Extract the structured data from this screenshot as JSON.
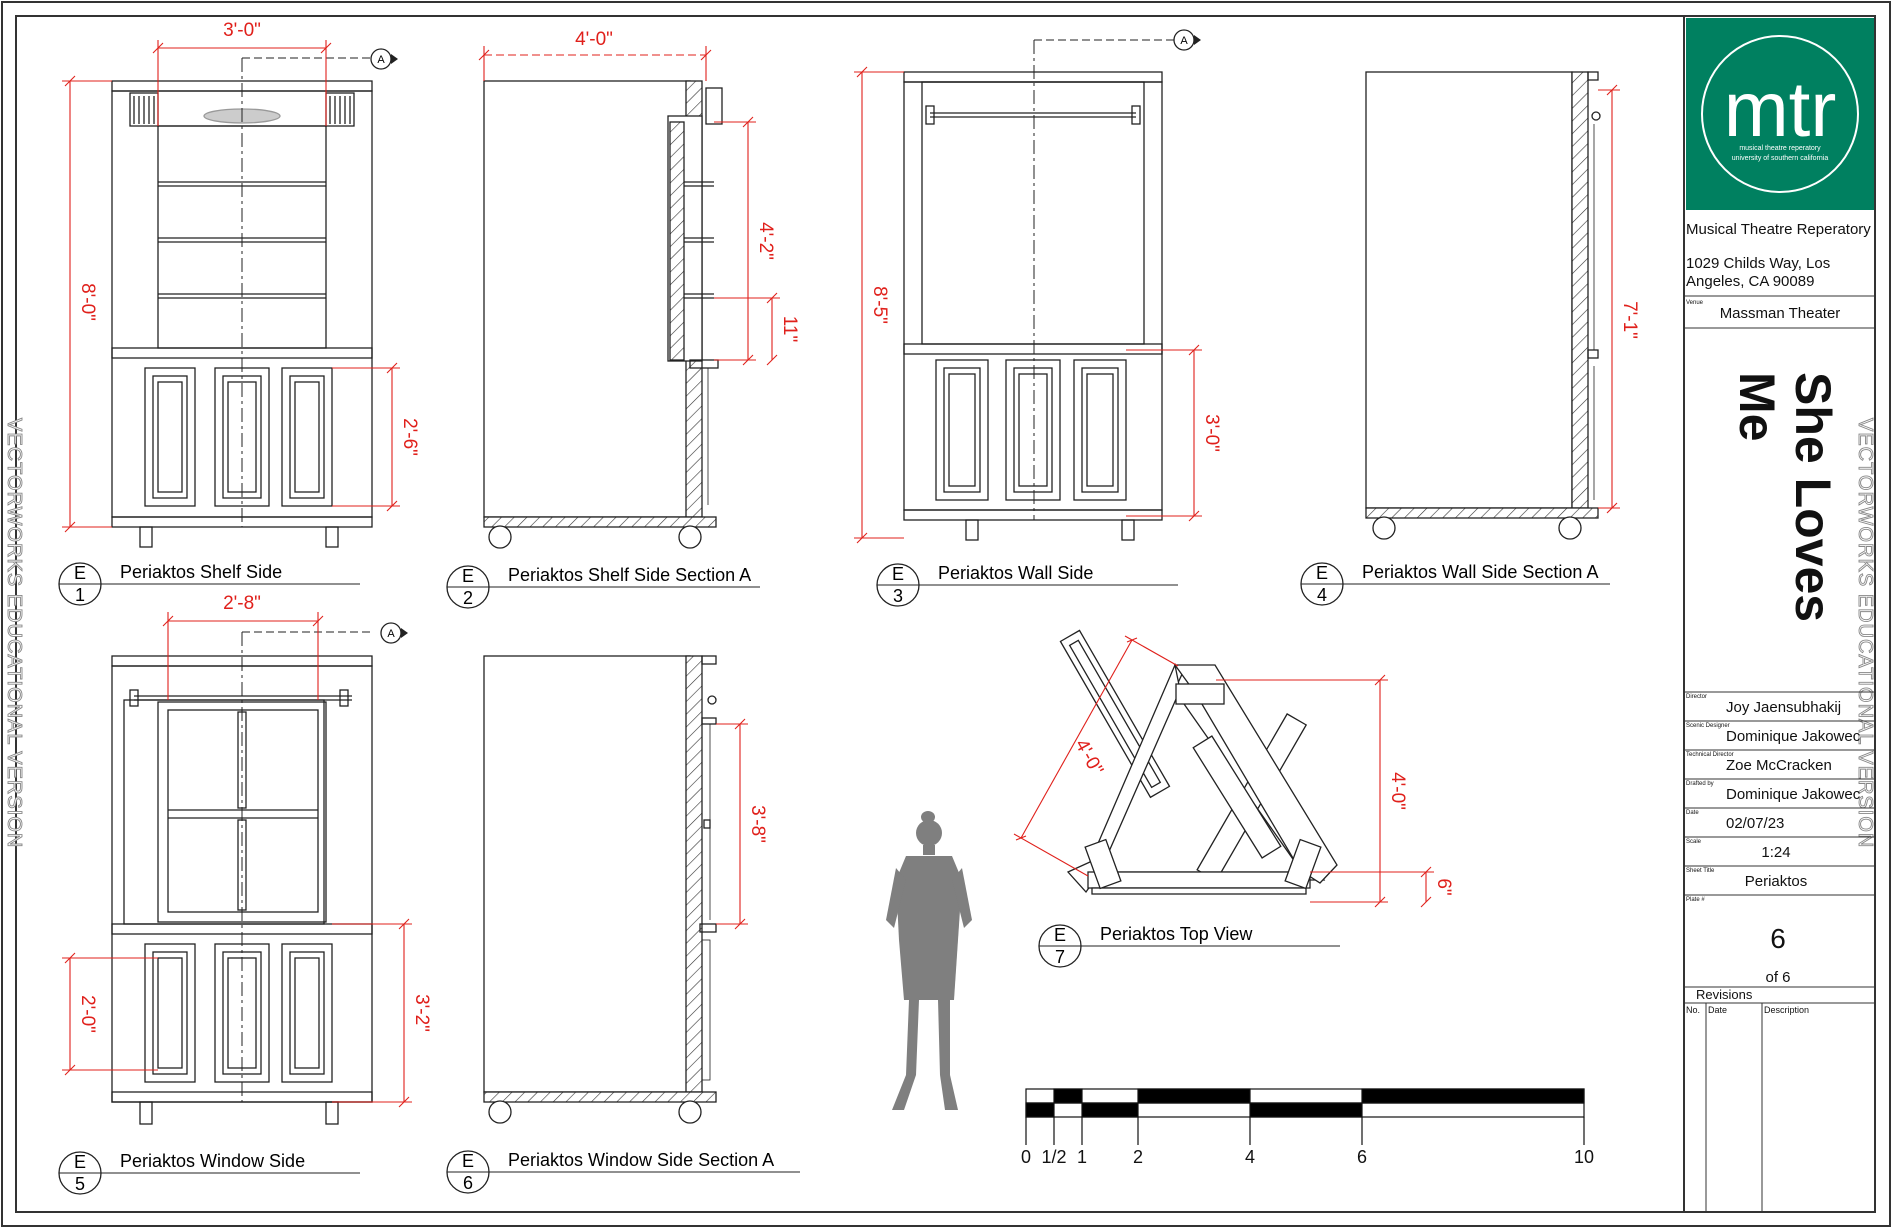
{
  "colors": {
    "dimension": "#e0201b",
    "ink": "#1a1a1a",
    "brand": "#008060",
    "silhouette": "#7f7f7f"
  },
  "logo": {
    "text": "mtr",
    "line1": "musical theatre reperatory",
    "line2": "university of southern california"
  },
  "company": {
    "name": "Musical Theatre Reperatory",
    "address1": "1029 Childs Way, Los",
    "address2": "Angeles, CA 90089"
  },
  "venue": {
    "label": "Venue",
    "value": "Massman Theater"
  },
  "show": {
    "line1": "She Loves",
    "line2": "Me"
  },
  "credits": [
    {
      "label": "Director",
      "value": "Joy Jaensubhakij"
    },
    {
      "label": "Scenic Designer",
      "value": "Dominique Jakowec"
    },
    {
      "label": "Technical Director",
      "value": "Zoe McCracken"
    },
    {
      "label": "Drafted by",
      "value": "Dominique Jakowec"
    },
    {
      "label": "Date",
      "value": "02/07/23"
    },
    {
      "label": "Scale",
      "value": "1:24"
    },
    {
      "label": "Sheet Title",
      "value": "Periaktos"
    }
  ],
  "plate": {
    "label": "Plate #",
    "number": "6",
    "of": "of 6"
  },
  "revisions": {
    "title": "Revisions",
    "columns": [
      "No.",
      "Date",
      "Description"
    ]
  },
  "watermark": "VECTORWORKS EDUCATIONAL VERSION",
  "views": [
    {
      "letter": "E",
      "number": "1",
      "title": "Periaktos Shelf Side"
    },
    {
      "letter": "E",
      "number": "2",
      "title": "Periaktos Shelf Side Section A"
    },
    {
      "letter": "E",
      "number": "3",
      "title": "Periaktos Wall Side"
    },
    {
      "letter": "E",
      "number": "4",
      "title": "Periaktos Wall Side Section A"
    },
    {
      "letter": "E",
      "number": "5",
      "title": "Periaktos Window Side"
    },
    {
      "letter": "E",
      "number": "6",
      "title": "Periaktos Window Side Section A"
    },
    {
      "letter": "E",
      "number": "7",
      "title": "Periaktos Top View"
    }
  ],
  "section_marker": "A",
  "dimensions": {
    "v1_width": "3'-0\"",
    "v1_height": "8'-0\"",
    "v1_doors": "2'-6\"",
    "v2_depth": "4'-0\"",
    "v2_shelf": "4'-2\"",
    "v2_small": "11\"",
    "v3_height": "8'-5\"",
    "v3_doors": "3'-0\"",
    "v4_height": "7'-1\"",
    "v5_width": "2'-8\"",
    "v5_left": "2'-0\"",
    "v5_right": "3'-2\"",
    "v6_window": "3'-8\"",
    "v7_side": "4'-0\"",
    "v7_height": "4'-0\"",
    "v7_small": "6\""
  },
  "scale_bar": {
    "labels": [
      "0",
      "1/2",
      "1",
      "2",
      "4",
      "6",
      "10"
    ]
  }
}
